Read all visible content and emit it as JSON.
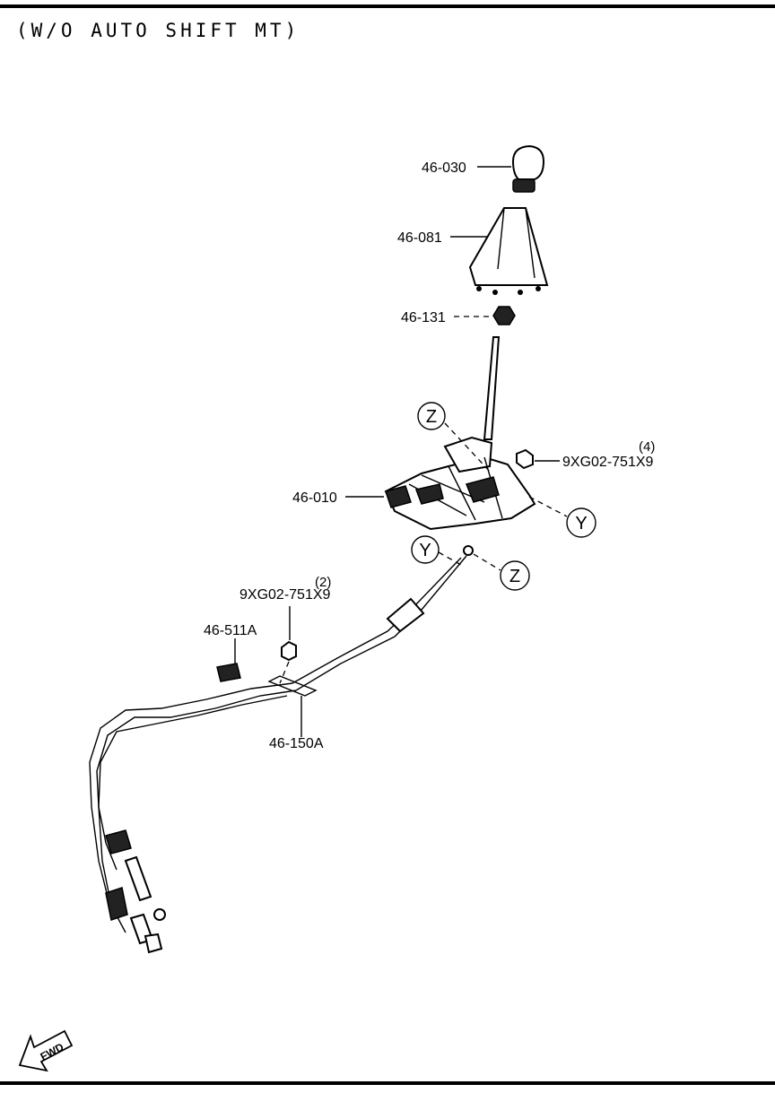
{
  "title": "(W/O AUTO SHIFT MT)",
  "callouts": {
    "knob": "46-030",
    "boot": "46-081",
    "nut_small": "46-131",
    "shifter": "46-010",
    "bolt_upper": "9XG02-751X9",
    "bolt_upper_qty": "(4)",
    "bolt_lower": "9XG02-751X9",
    "bolt_lower_qty": "(2)",
    "clip": "46-511A",
    "cable": "46-150A"
  },
  "references": {
    "z_top": "Z",
    "y_right": "Y",
    "y_mid": "Y",
    "z_mid": "Z"
  },
  "direction_label": "FWD"
}
